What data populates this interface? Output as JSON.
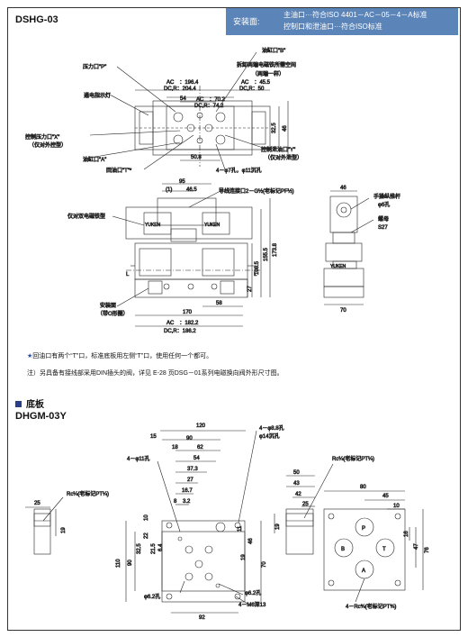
{
  "header": {
    "model": "DSHG-03",
    "band_label": "安装面:",
    "band_line1": "主油口···符合ISO 4401－AC－05－4－A标准",
    "band_line2": "控制口和泄油口···符合ISO标准"
  },
  "top": {
    "label_port_b": "油缸口\"B\"",
    "label_port_p": "压力口\"P\"",
    "label_lamp": "通电指示灯",
    "label_removal": "拆卸两端电磁铁所需空间",
    "label_removal_sub": "（两端一样）",
    "label_x": "控制压力口\"X\"",
    "label_x_sub": "（仅对外控型）",
    "label_y": "控制泄油口\"Y\"",
    "label_y_sub": "（仅对外泄型）",
    "label_a": "油缸口\"A\"",
    "label_t": "回油口\"T\"*",
    "label_holes": "4－φ7孔，φ11沉孔",
    "dim_ac1": "AC　：196.4",
    "dim_dcr1": "DC,R：204.4",
    "dim_ac2": "AC　：45.5",
    "dim_dcr2": "DC,R：50",
    "dim_ac3": "AC　：70.2",
    "dim_dcr3": "DC,R：74.2",
    "d54": "54",
    "d325": "32.5",
    "d46": "46",
    "d508": "50.8"
  },
  "front": {
    "label_wire": "导线连接口2－G½(老标记PF½)",
    "label_single": "仅对双电磁铁型",
    "label_mount": "安装面",
    "label_mount_sub": "（带O形圈）",
    "d95": "95",
    "d1": "(1)",
    "d465": "46.5",
    "d1738": "173.8",
    "d1555": "155.5",
    "d1085": "108.5",
    "d27": "27",
    "d58": "58",
    "d170": "170",
    "dim_ac": "AC　：182.2",
    "dim_dcr": "DC,R：186.2",
    "coil_left": "YUKEN",
    "coil_right": "YUKEN",
    "L": "L",
    "L2": "L"
  },
  "side": {
    "label_knob": "手操纵推杆",
    "label_knob_sub": "φ6孔",
    "label_nut": "螺母",
    "label_nut_sub": "S27",
    "d46": "46",
    "d70": "70",
    "brand": "YUKEN"
  },
  "notes": {
    "star": "★",
    "note1": "回油口有两个“T”口，标准底板用左侧“T”口，使用任何一个都可。",
    "note2": "注）另具备有接线部采用DIN插头的阀，详见 E-28 页DSG－01系列电磁换向阀外形尺寸图。"
  },
  "section": {
    "title": "底板",
    "model": "DHGM-03Y"
  },
  "base": {
    "d120": "120",
    "d15": "15",
    "d90": "90",
    "d18": "18",
    "d62": "62",
    "d54": "54",
    "d373": "37.3",
    "d27": "27",
    "d167": "16.7",
    "d8": "8",
    "d32": "3.2",
    "d10": "10",
    "d22": "22",
    "d325": "32.5",
    "d215": "21.5",
    "d64": "6.4",
    "d110": "110",
    "d90v": "90",
    "d46": "46",
    "d11": "11",
    "d70": "70",
    "d19": "19",
    "d92": "92",
    "label_hole11": "4－φ11孔",
    "label_hole88": "4－φ8.8孔",
    "label_hole14": "φ14沉孔",
    "label_62a": "φ6.2孔",
    "label_62b": "φ6.2孔",
    "label_m6": "4－M6深13",
    "label_rc_left": "Rc¼(老标记PT¼)",
    "label_rc_mid": "Rc¼(老标记PT¼)",
    "label_rc_right": "4－Rc¾(老标记PT¾)",
    "left_d25": "25",
    "left_d19": "19",
    "mid_d50": "50",
    "mid_d43": "43",
    "mid_d42": "42",
    "mid_d25": "25",
    "mid_d19": "19",
    "right_d80": "80",
    "right_d45": "45",
    "right_d10": "10",
    "right_d16": "16",
    "right_d47": "47",
    "right_d76": "76",
    "port_p": "P",
    "port_a": "A",
    "port_b": "B",
    "port_t": "T"
  }
}
